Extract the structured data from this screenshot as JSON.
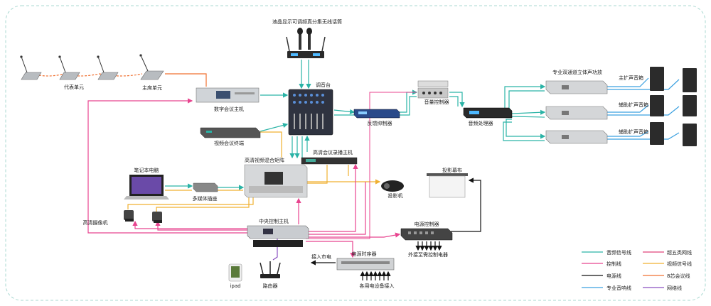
{
  "labels": {
    "mic": "液晶显示可调频真分集无线话筒",
    "mixer": "调音台",
    "delegate": "代表单元",
    "chairman": "主席单元",
    "digital_host": "数字会议主机",
    "video_terminal": "视频会议终端",
    "matrix": "高清视频混合矩阵",
    "recorder": "高清会议录播主机",
    "laptop": "笔记本电脑",
    "multimedia": "多媒体插座",
    "camera": "高清摄像机",
    "central": "中央控制主机",
    "feedback": "反馈抑制器",
    "volume": "音量控制器",
    "processor": "音频处理器",
    "amp_title": "专业双通道立体声功放",
    "main_spk": "主扩声音箱",
    "aux_spk1": "辅助扩声音箱",
    "aux_spk2": "辅助扩声音箱",
    "screen": "投影幕布",
    "projector": "投影机",
    "power_ctrl": "电源控制器",
    "power_ext": "外接至需控制电器",
    "mains": "接入市电",
    "sequencer": "电源时序器",
    "backup": "各用电设备接入",
    "ipad": "ipad",
    "router": "路由器"
  },
  "legend": [
    {
      "text": "音频信号线",
      "color": "#2ab3a6"
    },
    {
      "text": "超五类网线",
      "color": "#e0457a"
    },
    {
      "text": "控制线",
      "color": "#e8448f"
    },
    {
      "text": "视频信号线",
      "color": "#f0b030"
    },
    {
      "text": "电源线",
      "color": "#111111"
    },
    {
      "text": "8芯会议线",
      "color": "#f07030"
    },
    {
      "text": "专业音响线",
      "color": "#3aa0e0"
    },
    {
      "text": "网络线",
      "color": "#8a4fc0"
    }
  ]
}
